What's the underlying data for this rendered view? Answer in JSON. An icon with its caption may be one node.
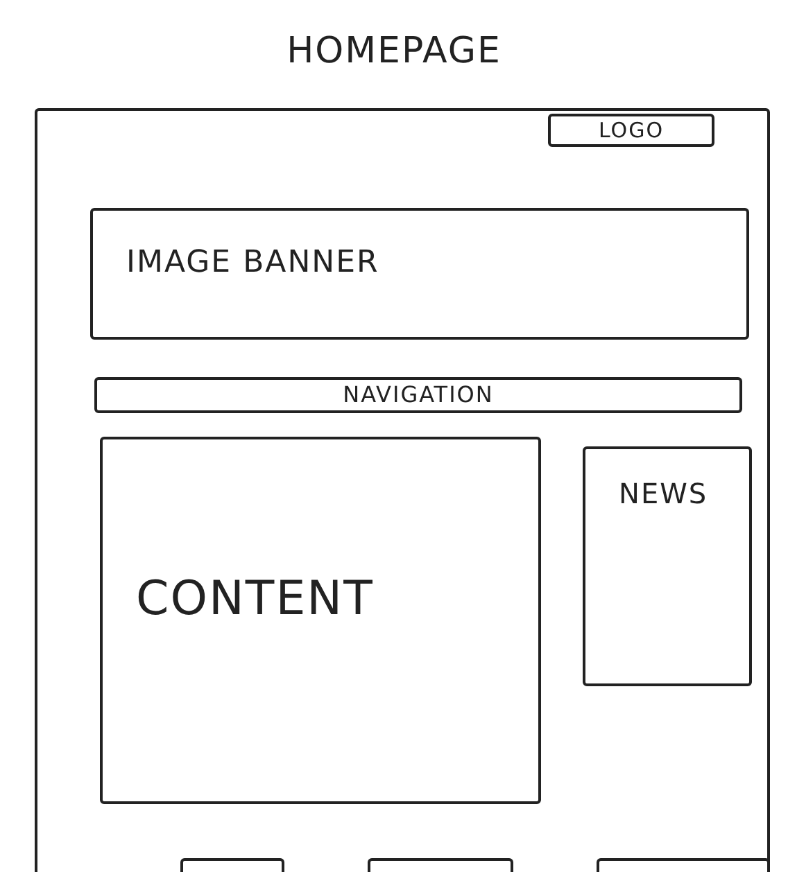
{
  "diagram": {
    "title": "HOMEPAGE",
    "nodes": [
      {
        "text": [],
        "shape": "box"
      },
      {
        "text": [
          "LOGO"
        ],
        "in": 0
      },
      {
        "text": [
          "IMAGE BANNER"
        ],
        "in": 0
      },
      {
        "text": [
          "NAVIGATION"
        ],
        "in": 0
      },
      {
        "text": [
          "CONTENT"
        ],
        "in": 0
      },
      {
        "text": [
          "NEWS"
        ],
        "in": 0
      },
      {
        "text": [],
        "shape": "box",
        "in": 0
      },
      {
        "text": [],
        "shape": "box",
        "in": 0
      },
      {
        "text": [],
        "shape": "box",
        "in": 0
      }
    ]
  }
}
